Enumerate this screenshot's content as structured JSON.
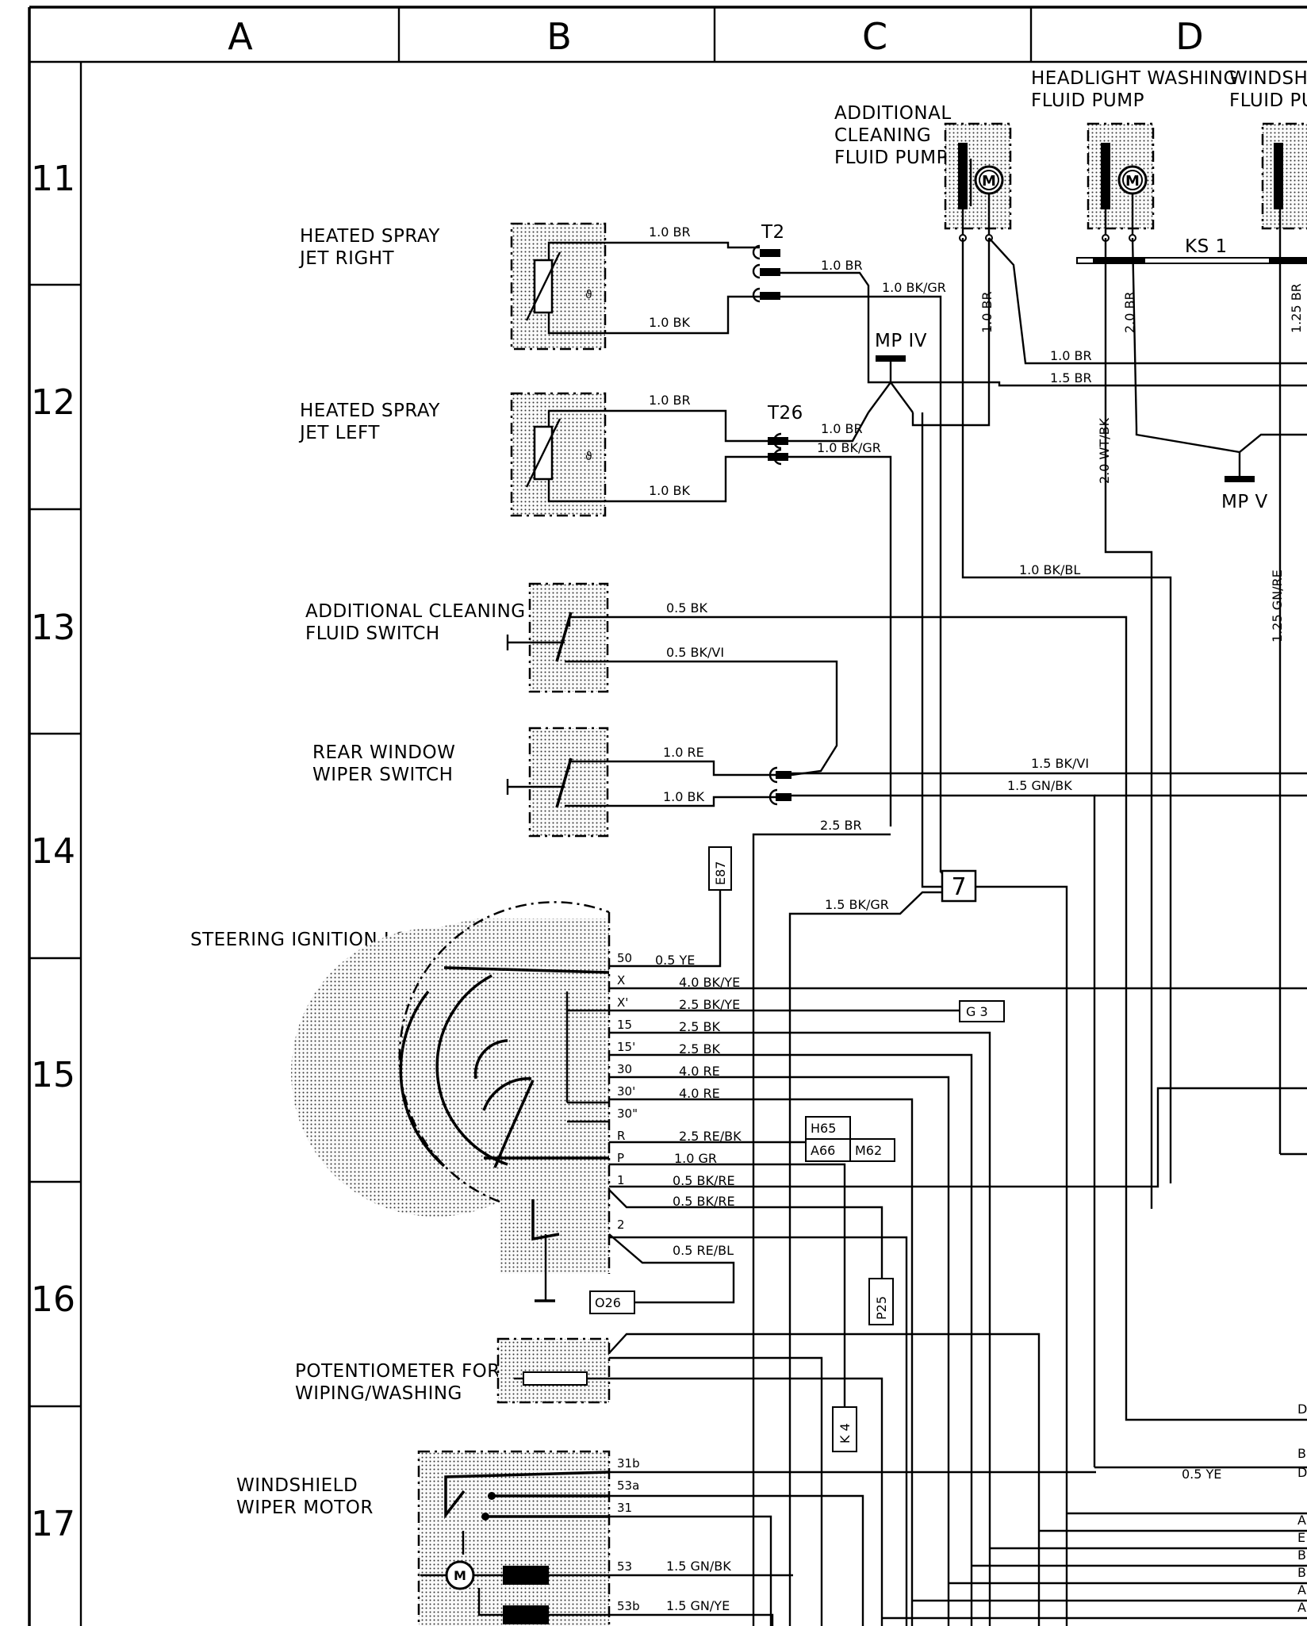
{
  "grid": {
    "columns": [
      "A",
      "B",
      "C",
      "D"
    ],
    "rows": [
      "11",
      "12",
      "13",
      "14",
      "15",
      "16",
      "17"
    ]
  },
  "components": {
    "additional_pump": [
      "ADDITIONAL",
      "CLEANING",
      "FLUID PUMP"
    ],
    "headlight_pump": [
      "HEADLIGHT WASHING",
      "FLUID PUMP"
    ],
    "windshield_pump": [
      "WINDSHI",
      "FLUID PU"
    ],
    "spray_right": [
      "HEATED SPRAY",
      "JET RIGHT"
    ],
    "spray_left": [
      "HEATED SPRAY",
      "JET LEFT"
    ],
    "add_switch": [
      "ADDITIONAL CLEANING",
      "FLUID SWITCH"
    ],
    "rear_switch": [
      "REAR WINDOW",
      "WIPER SWITCH"
    ],
    "ignition_lock": "STEERING IGNITION LOCK",
    "potentiometer": [
      "POTENTIOMETER FOR",
      "WIPING/WASHING"
    ],
    "wiper_motor": [
      "WINDSHIELD",
      "WIPER MOTOR"
    ],
    "motor_symbol": "M"
  },
  "connectors": {
    "t2": "T2",
    "t26": "T26",
    "mp4": "MP IV",
    "mp5": "MP V",
    "ks1": "KS 1",
    "node7": "7"
  },
  "boxes": {
    "e87": "E87",
    "g3": "G 3",
    "h65": "H65",
    "a66": "A66",
    "m62": "M62",
    "o26": "O26",
    "p25": "P25",
    "k4": "K 4"
  },
  "wire_labels": {
    "r_top": "1.0 BR",
    "r_bot": "1.0 BK",
    "t2_out": "1.0 BR",
    "t2_bkgr": "1.0 BK/GR",
    "l_top": "1.0 BR",
    "l_bot": "1.0 BK",
    "t26_out": "1.0 BR",
    "t26_bkgr": "1.0 BK/GR",
    "pump_v1": "1.0 BR",
    "hl_v": "2.0 BR",
    "ws_v": "1.25 BR",
    "d_br1": "1.0 BR",
    "d_br2": "1.5 BR",
    "wtbk": "2.0 WT/BK",
    "bkbl": "1.0 BK/BL",
    "gnre": "1.25 GN/RE",
    "sw_bk": "0.5 BK",
    "sw_bkvi": "0.5 BK/VI",
    "rw_re": "1.0 RE",
    "rw_bk": "1.0 BK",
    "bkvi15": "1.5 BK/VI",
    "gnbk15": "1.5 GN/BK",
    "br25": "2.5 BR",
    "bkgr15": "1.5 BK/GR",
    "i50": "0.5 YE",
    "ix": "4.0 BK/YE",
    "ixp": "2.5 BK/YE",
    "i15": "2.5 BK",
    "i15p": "2.5 BK",
    "i30": "4.0 RE",
    "i30p": "4.0 RE",
    "ir": "2.5 RE/BK",
    "ip": "1.0 GR",
    "i1": "0.5 BK/RE",
    "i1b": "0.5 BK/RE",
    "i2": "0.5 RE/BL",
    "pot_ye": "0.5 YE",
    "m53": "1.5 GN/BK",
    "m53b": "1.5 GN/YE"
  },
  "pins": {
    "p50": "50",
    "px": "X",
    "pxp": "X'",
    "p15": "15",
    "p15p": "15'",
    "p30": "30",
    "p30p": "30'",
    "p30pp": "30\"",
    "pr": "R",
    "pp": "P",
    "p1": "1",
    "p2": "2",
    "m31b": "31b",
    "m53a": "53a",
    "m31": "31",
    "m53": "53",
    "m53b": "53b"
  },
  "edge_letters": [
    "D",
    "B",
    "D",
    "A",
    "E",
    "B",
    "B",
    "A",
    "A"
  ]
}
